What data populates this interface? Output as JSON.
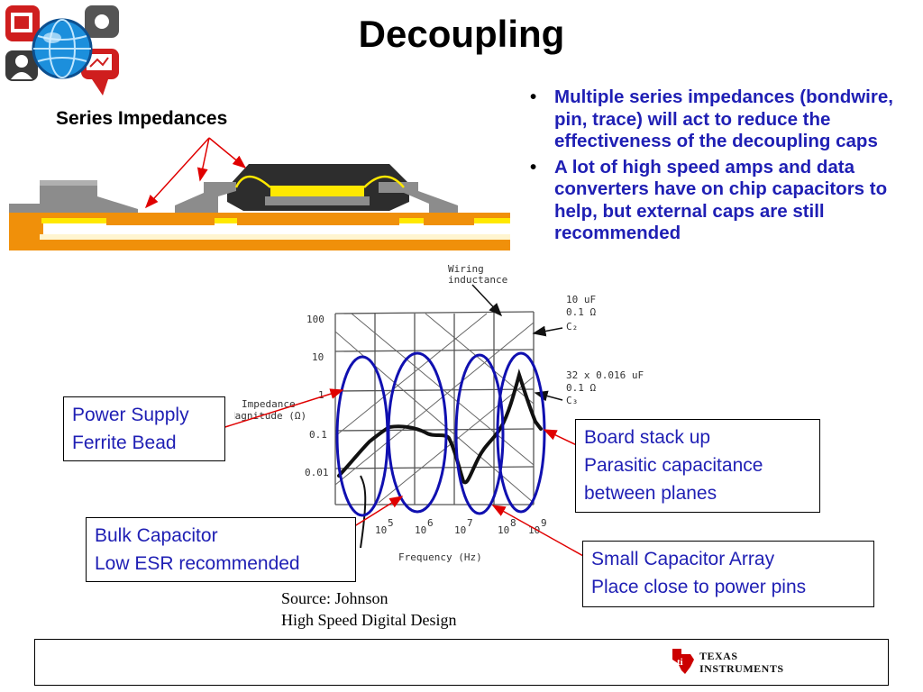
{
  "title": "Decoupling",
  "series_heading": "Series Impedances",
  "bullets": [
    "Multiple series impedances (bondwire, pin, trace) will act to reduce the effectiveness of the decoupling caps",
    "A lot of high speed amps and data converters have on chip capacitors to help, but external caps are still recommended"
  ],
  "bullet_symbol": "•",
  "callouts": {
    "ferrite": [
      "Power Supply",
      "Ferrite Bead"
    ],
    "bulk": [
      "Bulk Capacitor",
      "Low ESR recommended"
    ],
    "board": [
      "Board stack up",
      "Parasitic capacitance",
      "between planes"
    ],
    "small": [
      "Small Capacitor Array",
      "Place close to power pins"
    ]
  },
  "source": [
    "Source: Johnson",
    "High Speed Digital Design"
  ],
  "plot": {
    "y_ticks": [
      "100",
      "10",
      "1",
      "0.1",
      "0.01"
    ],
    "x_ticks": [
      {
        "base": "10",
        "exp": "5"
      },
      {
        "base": "10",
        "exp": "6"
      },
      {
        "base": "10",
        "exp": "7"
      },
      {
        "base": "10",
        "exp": "8"
      },
      {
        "base": "10",
        "exp": "9"
      }
    ],
    "y_label": [
      "Impedance",
      "Magnitude (Ω)"
    ],
    "x_label": "Frequency (Hz)",
    "wiring_label": [
      "Wiring",
      "inductance"
    ],
    "c2_label": [
      "10  uF",
      "0.1  Ω",
      "C₂"
    ],
    "c3_label": [
      "32  x  0.016  uF",
      "0.1  Ω",
      "C₃"
    ]
  },
  "logo": {
    "line1": "Texas",
    "line2": "Instruments"
  },
  "colors": {
    "bullet_text": "#1f1fb4",
    "arrows": "#e00000",
    "ellipses": "#1010b0",
    "board": "#f0900a",
    "trace": "#ffe800",
    "package": "#2d2d2d",
    "leads": "#8c8c8c",
    "logo_red": "#cc0000"
  }
}
